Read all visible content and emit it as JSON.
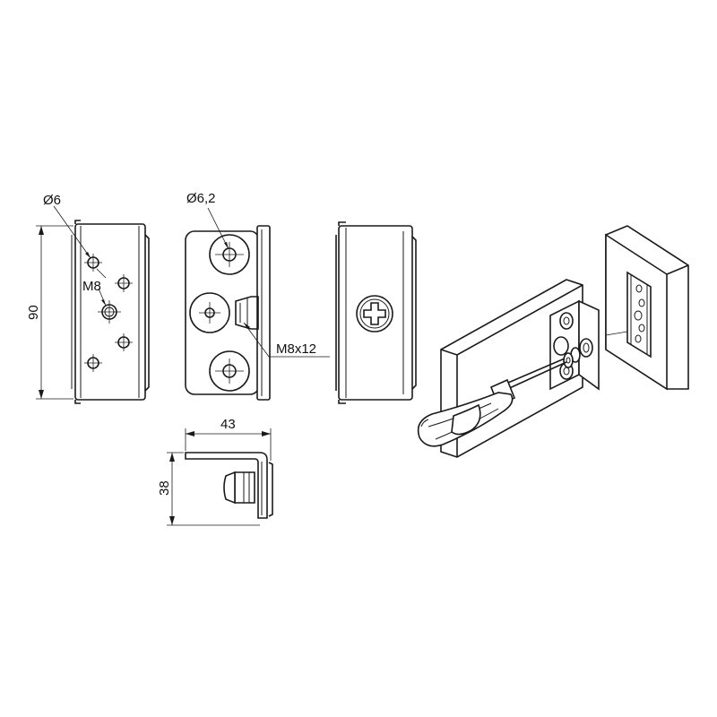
{
  "drawing": {
    "colors": {
      "line": "#1a1a1a",
      "background": "#ffffff"
    },
    "labels": {
      "hole_diameter_front": "Ø6",
      "thread_front": "M8",
      "height": "90",
      "hole_diameter_side": "Ø6,2",
      "screw_spec": "M8x12",
      "width": "43",
      "depth": "38"
    }
  }
}
